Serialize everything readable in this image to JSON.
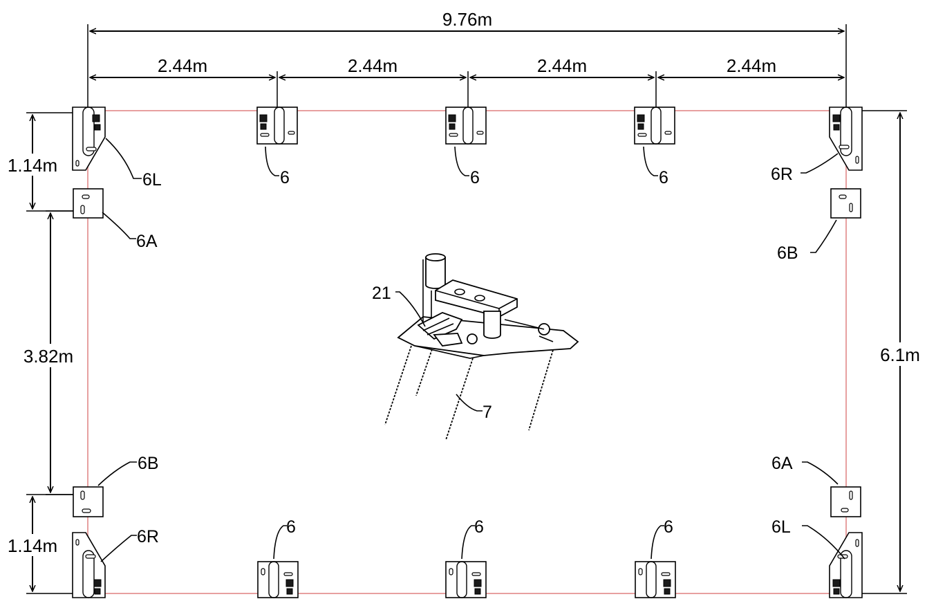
{
  "dimensions": {
    "overall_width": "9.76m",
    "segment_1": "2.44m",
    "segment_2": "2.44m",
    "segment_3": "2.44m",
    "segment_4": "2.44m",
    "overall_height": "6.1m",
    "left_top_offset": "1.14m",
    "left_middle": "3.82m",
    "left_bottom_offset": "1.14m"
  },
  "labels": {
    "top_left_corner": "6L",
    "top_mid_1": "6",
    "top_mid_2": "6",
    "top_mid_3": "6",
    "top_right_corner": "6R",
    "left_upper_side": "6A",
    "right_upper_side": "6B",
    "left_lower_side": "6B",
    "right_lower_side": "6A",
    "bottom_left_corner": "6R",
    "bottom_mid_1": "6",
    "bottom_mid_2": "6",
    "bottom_mid_3": "6",
    "bottom_right_corner": "6L",
    "machine_part": "21",
    "spike_part": "7"
  },
  "colors": {
    "frame_line": "#e7a0a0",
    "ink": "#000000"
  }
}
